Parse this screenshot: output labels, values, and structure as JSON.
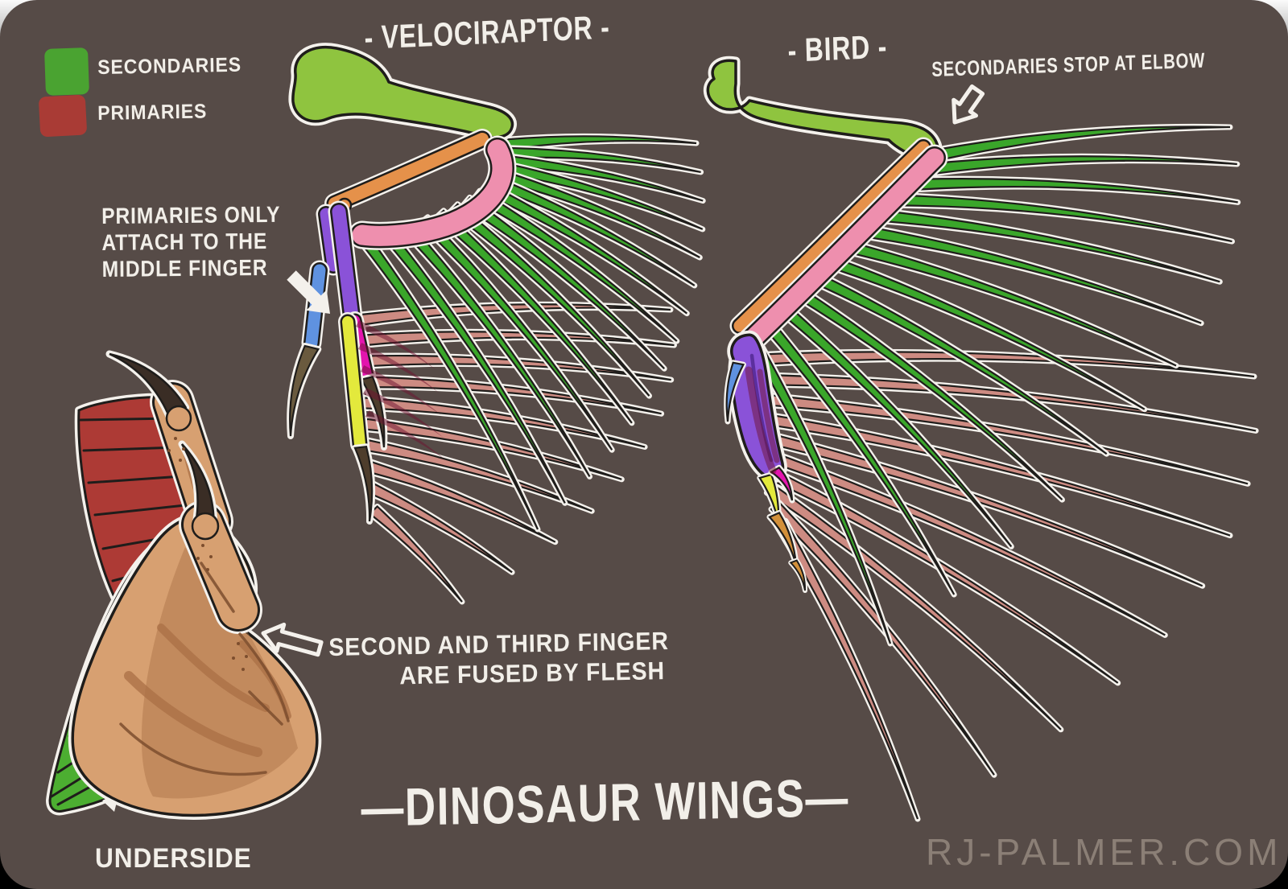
{
  "artwork": {
    "background_color": "#564b47",
    "corner_radius": 46
  },
  "legend": {
    "secondaries": {
      "label": "SECONDARIES",
      "color": "#4aa331"
    },
    "primaries": {
      "label": "PRIMARIES",
      "color": "#a93b35"
    }
  },
  "velociraptor": {
    "title": "- VELOCIRAPTOR -",
    "note_line1": "PRIMARIES ONLY",
    "note_line2": "ATTACH TO THE",
    "note_line3": "MIDDLE FINGER"
  },
  "bird": {
    "title": "- BIRD -",
    "note": "SECONDARIES STOP AT ELBOW"
  },
  "underside": {
    "label": "UNDERSIDE",
    "note_line1": "SECOND AND THIRD FINGER",
    "note_line2": "ARE FUSED BY FLESH"
  },
  "footer": {
    "title": "—DINOSAUR WINGS—",
    "watermark": "RJ-PALMER.COM"
  },
  "colors": {
    "outline_white": "#f4f1ec",
    "ink": "#1f1d1b",
    "humerus_green": "#8fc43f",
    "radius_orange": "#e5914a",
    "ulna_pink": "#ee8fae",
    "secondary_feather_green": "#3aa62a",
    "primary_feather_salmon": "#cd8b82",
    "finger_purple": "#8a52d8",
    "purple_shadow": "#5b2f9e",
    "thumb_blue": "#5f92e0",
    "finger_yellow": "#e3e93c",
    "finger_magenta": "#e315ae",
    "finger_orange": "#d2903a",
    "claw_olive": "#6a5a3e",
    "claw_brown": "#4e3d2c",
    "claw_dark": "#3a2d25",
    "hand_tan": "#d7a071",
    "hand_shade": "#a96f45",
    "hand_deep": "#7d4e2e",
    "underside_red": "#ad3a35",
    "underside_green": "#4cae31",
    "overlay_maroon": "rgba(110,18,48,0.5)"
  }
}
